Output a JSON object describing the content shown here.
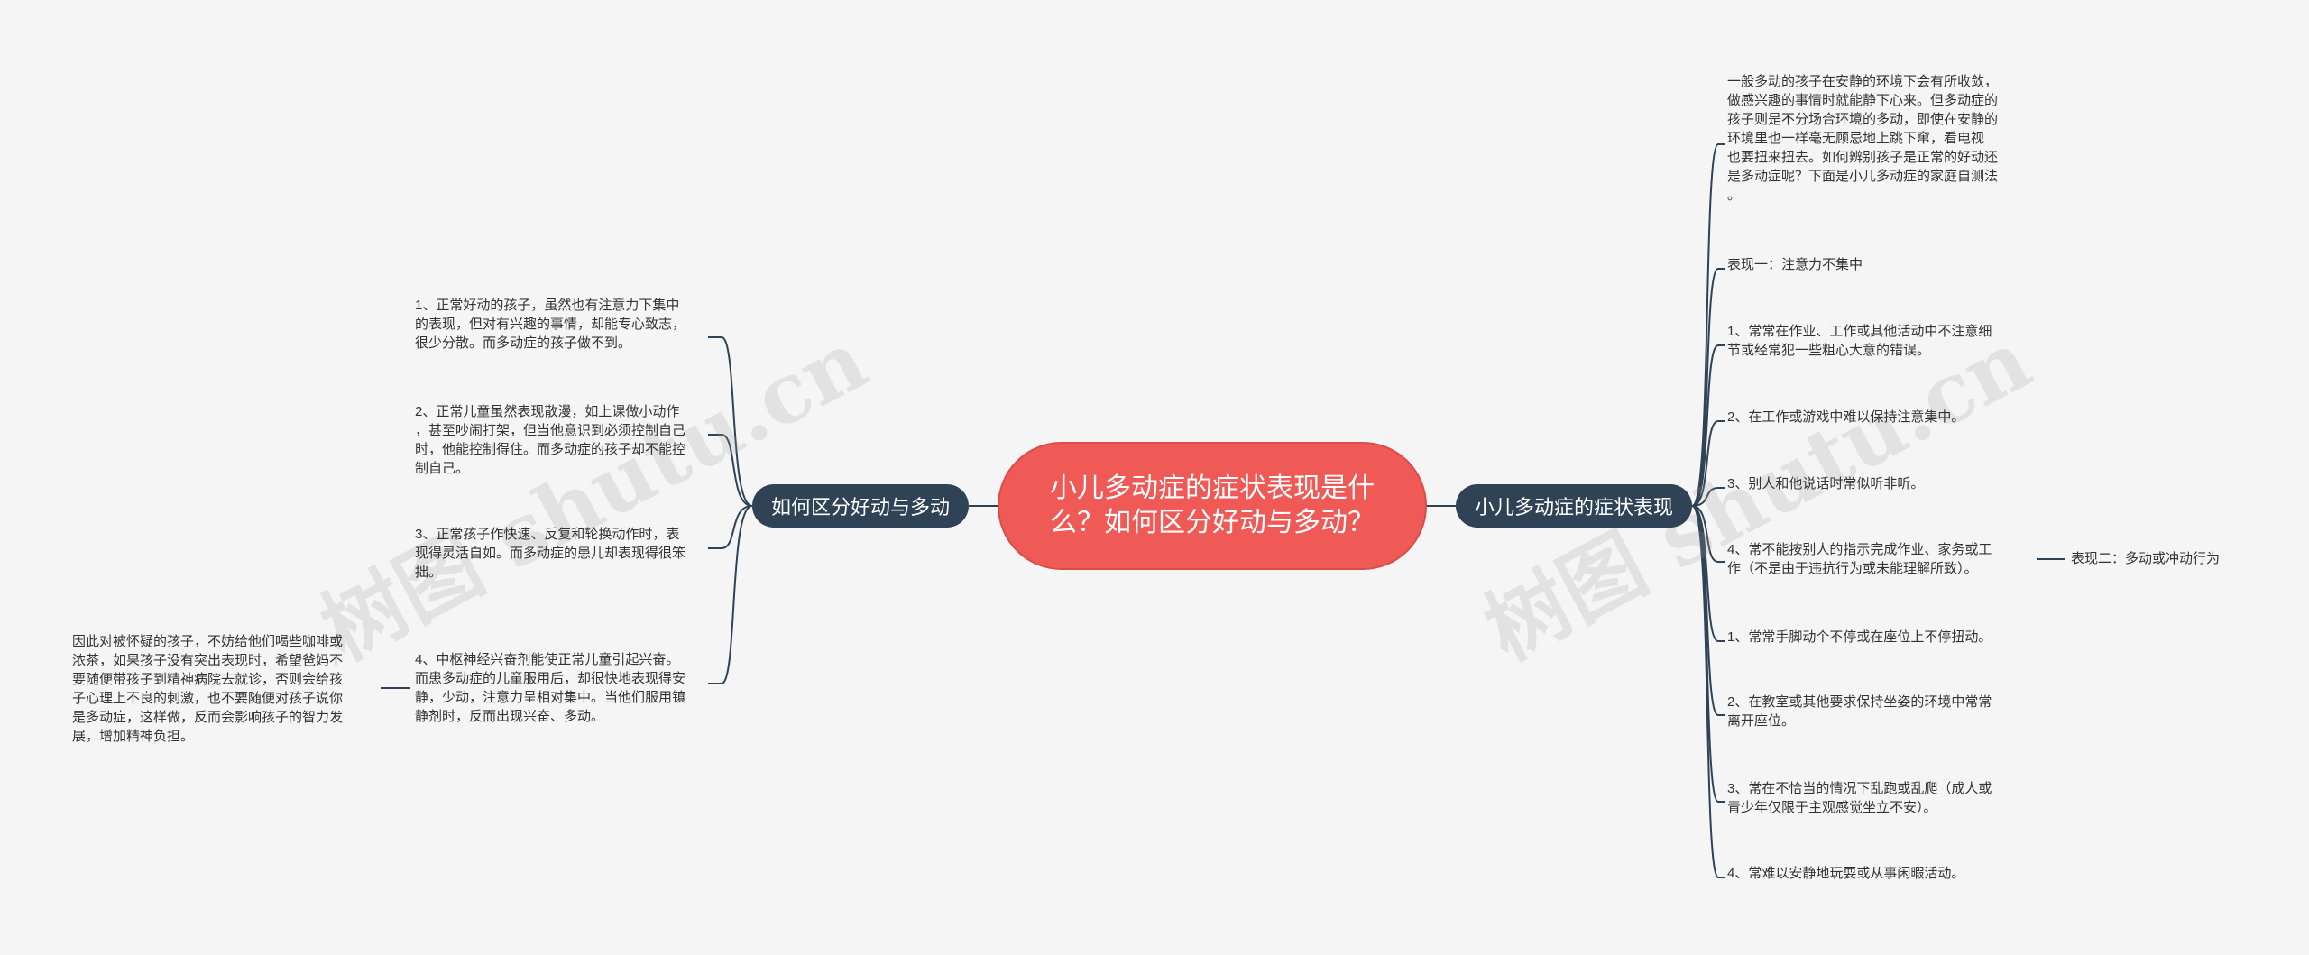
{
  "center": {
    "title": "小儿多动症的症状表现是什么？如何区分好动与多动？"
  },
  "left_branch": {
    "label": "如何区分好动与多动",
    "items": [
      "1、正常好动的孩子，虽然也有注意力下集中\n的表现，但对有兴趣的事情，却能专心致志，\n很少分散。而多动症的孩子做不到。",
      "2、正常儿童虽然表现散漫，如上课做小动作\n，甚至吵闹打架，但当他意识到必须控制自己\n时，他能控制得住。而多动症的孩子却不能控\n制自己。",
      "3、正常孩子作快速、反复和轮换动作时，表\n现得灵活自如。而多动症的患儿却表现得很笨\n拙。",
      "4、中枢神经兴奋剂能使正常儿童引起兴奋。\n而患多动症的儿童服用后，却很快地表现得安\n静，少动，注意力呈相对集中。当他们服用镇\n静剂时，反而出现兴奋、多动。"
    ],
    "sub_item": "因此对被怀疑的孩子，不妨给他们喝些咖啡或\n浓茶，如果孩子没有突出表现时，希望爸妈不\n要随便带孩子到精神病院去就诊，否则会给孩\n子心理上不良的刺激，也不要随便对孩子说你\n是多动症，这样做，反而会影响孩子的智力发\n展，增加精神负担。"
  },
  "right_branch": {
    "label": "小儿多动症的症状表现",
    "items": [
      "一般多动的孩子在安静的环境下会有所收敛，\n做感兴趣的事情时就能静下心来。但多动症的\n孩子则是不分场合环境的多动，即使在安静的\n环境里也一样毫无顾忌地上跳下窜，看电视\n也要扭来扭去。如何辨别孩子是正常的好动还\n是多动症呢？下面是小儿多动症的家庭自测法\n。",
      "表现一：注意力不集中",
      "1、常常在作业、工作或其他活动中不注意细\n节或经常犯一些粗心大意的错误。",
      "2、在工作或游戏中难以保持注意集中。",
      "3、别人和他说话时常似听非听。",
      "4、常不能按别人的指示完成作业、家务或工\n作（不是由于违抗行为或未能理解所致）。",
      "1、常常手脚动个不停或在座位上不停扭动。",
      "2、在教室或其他要求保持坐姿的环境中常常\n离开座位。",
      "3、常在不恰当的情况下乱跑或乱爬（成人或\n青少年仅限于主观感觉坐立不安）。",
      "4、常难以安静地玩耍或从事闲暇活动。"
    ],
    "sub_item": "表现二：多动或冲动行为"
  },
  "watermarks": [
    "树图 shutu.cn",
    "树图 shutu.cn"
  ],
  "colors": {
    "center": "#ef5a57",
    "branch": "#2f4256",
    "line": "#2f4256"
  }
}
